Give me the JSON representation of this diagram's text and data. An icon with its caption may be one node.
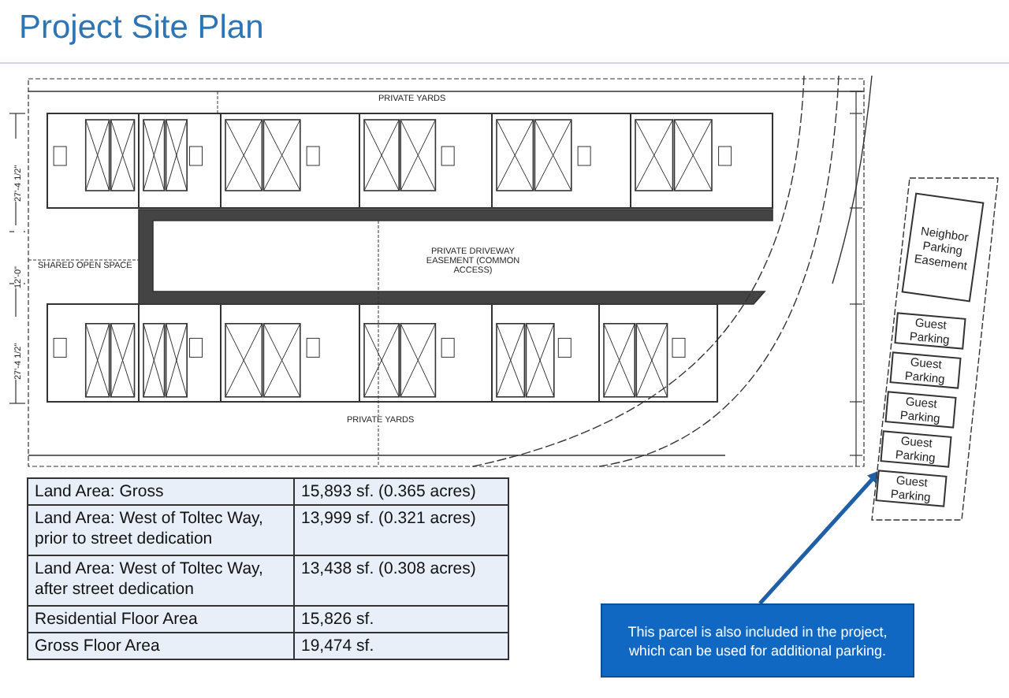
{
  "diagram": {
    "title": "Project Site Plan",
    "nodes": [
      {
        "text": [],
        "shape": "box"
      },
      {
        "text": [
          "Neighbor Parking Easement"
        ],
        "in": 0
      },
      {
        "text": [
          "Guest Parking"
        ],
        "in": 0
      },
      {
        "text": [
          "Guest Parking"
        ],
        "in": 0
      },
      {
        "text": [
          "Guest Parking"
        ],
        "in": 0
      },
      {
        "text": [
          "Guest Parking"
        ],
        "in": 0
      },
      {
        "text": [
          "Guest Parking"
        ],
        "in": 0
      },
      {
        "text": [
          "This parcel is also included in the project, which can be used for additional parking."
        ]
      }
    ],
    "edges": [
      {
        "from": 7,
        "to": 0,
        "arrow": "to"
      }
    ],
    "labels": [
      "PRIVATE YARDS",
      "27'-4 1/2\"",
      "12'-0\"",
      "SHARED OPEN SPACE",
      "PRIVATE DRIVEWAY EASEMENT (COMMON ACCESS)",
      "27'-4 1/2\"",
      "PRIVATE YARDS",
      "Land Area: Gross",
      "15,893 sf. (0.365 acres)",
      "Land Area: West of Toltec Way, prior to street dedication",
      "13,999 sf. (0.321 acres)",
      "Land Area: West of Toltec Way, after street dedication",
      "13,438 sf. (0.308 acres)",
      "Residential Floor Area",
      "15,826 sf.",
      "Gross Floor Area",
      "19,474 sf."
    ]
  }
}
